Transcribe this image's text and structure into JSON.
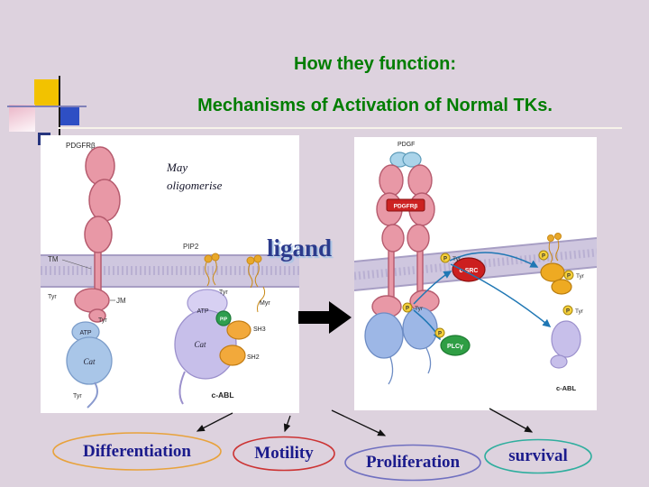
{
  "slide": {
    "title": "How they function:",
    "subtitle": "Mechanisms of Activation of Normal TKs.",
    "ligand_label": "ligand"
  },
  "colors": {
    "background": "#ddd2de",
    "title_green": "#007d00",
    "ligand_blue": "#2b3a8c",
    "outcome_text_blue": "#1b1b8c"
  },
  "left_panel": {
    "receptor": "PDGFRβ",
    "note": "May oligomerise",
    "tm": "TM",
    "pip2": "PIP2",
    "tyr": "Tyr",
    "jm": "JM",
    "atp": "ATP",
    "cat": "Cat",
    "pip": "PIP",
    "sh3": "SH3",
    "sh2": "SH2",
    "myr": "Myr",
    "cabl": "c-ABL"
  },
  "right_panel": {
    "pdgf": "PDGF",
    "receptor": "PDGFRβ",
    "csrc": "c-SRC",
    "plcg": "PLCγ",
    "cabl": "c-ABL",
    "tyr": "Tyr",
    "p": "P"
  },
  "outcomes": [
    {
      "label": "Differentiation",
      "color": "#e8a23b"
    },
    {
      "label": "Motility",
      "color": "#cc3333"
    },
    {
      "label": "Proliferation",
      "color": "#7070c0"
    },
    {
      "label": "survival",
      "color": "#2fae9e"
    }
  ]
}
